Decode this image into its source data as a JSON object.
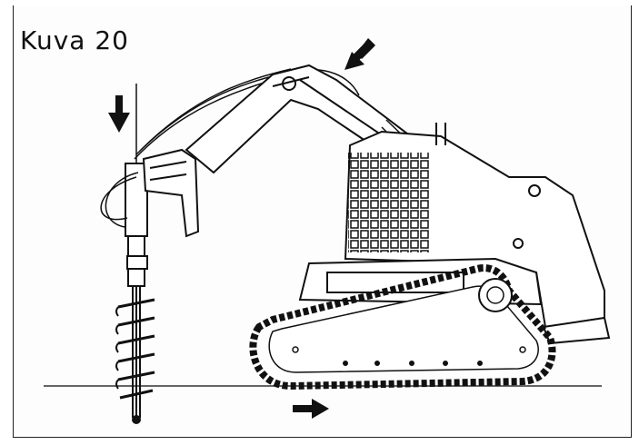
{
  "figure": {
    "caption": "Kuva 20",
    "colors": {
      "ink": "#111111",
      "paper": "#fdfdfd",
      "ground": "#333333"
    },
    "arrows": [
      {
        "name": "down-arrow-auger",
        "direction": "down"
      },
      {
        "name": "diagonal-arrow-arm",
        "direction": "down-left"
      },
      {
        "name": "right-arrow-ground",
        "direction": "right"
      }
    ]
  }
}
